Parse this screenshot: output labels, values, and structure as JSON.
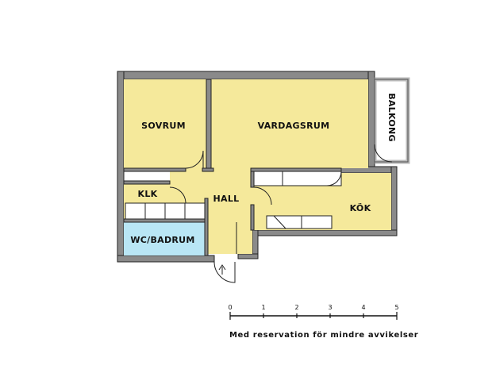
{
  "rooms": {
    "sovrum": "SOVRUM",
    "vardagsrum": "VARDAGSRUM",
    "balkong": "BALKONG",
    "klk": "KLK",
    "hall": "HALL",
    "kok": "KÖK",
    "wc": "WC/BADRUM"
  },
  "scale": {
    "ticks": [
      "0",
      "1",
      "2",
      "3",
      "4",
      "5"
    ]
  },
  "disclaimer": "Med reservation för mindre avvikelser",
  "colors": {
    "room_fill": "#f5e99b",
    "bath_fill": "#b9e6f5",
    "wall": "#888888",
    "wall_outline": "#222222",
    "balcony_fill": "#ffffff"
  }
}
